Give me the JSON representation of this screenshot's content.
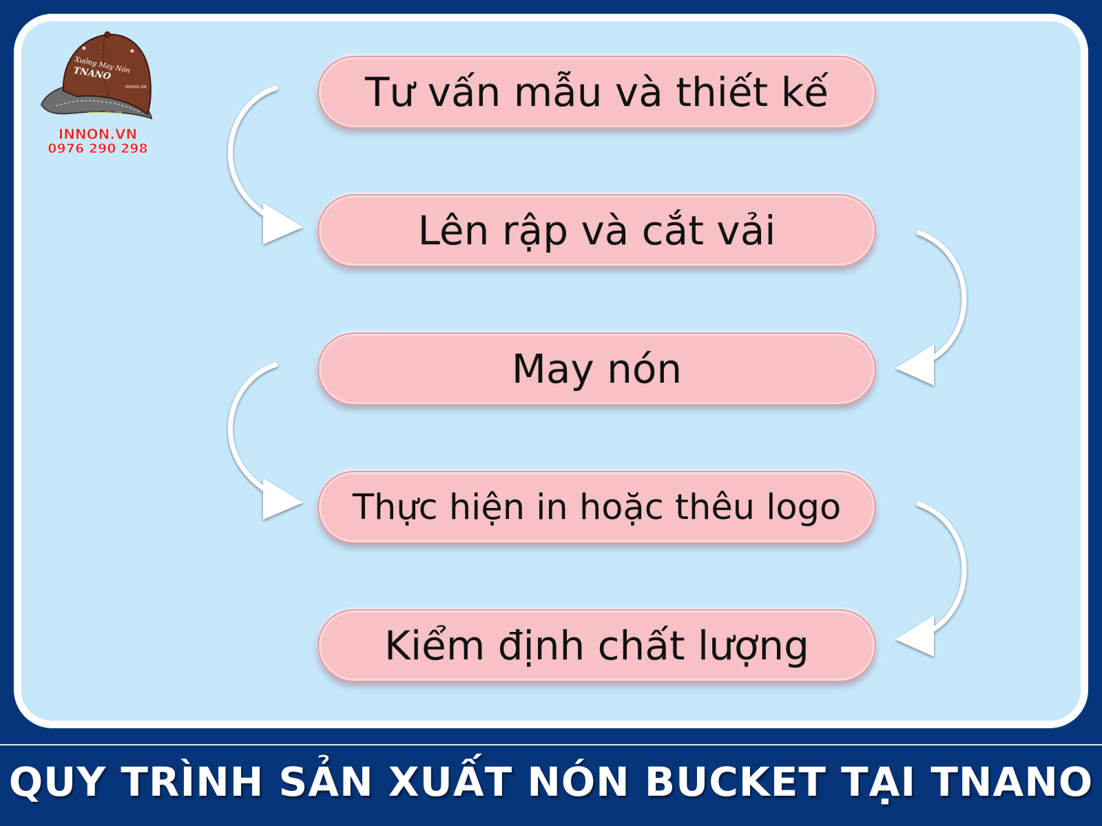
{
  "brand": {
    "cap_line1": "Xưởng May Nón",
    "cap_line2": "TNANO",
    "cap_side": "innon.vn",
    "cap_brim": "NHANH - BỀN - ĐẸP",
    "site": "INNON.VN",
    "phone": "0976 290 298"
  },
  "steps": [
    {
      "label": "Tư vấn mẫu và thiết kế"
    },
    {
      "label": "Lên rập và cắt vải"
    },
    {
      "label": "May nón"
    },
    {
      "label": "Thực hiện in hoặc thêu logo"
    },
    {
      "label": "Kiểm định chất lượng"
    }
  ],
  "footer": {
    "title": "QUY TRÌNH SẢN XUẤT NÓN BUCKET TẠI TNANO"
  },
  "colors": {
    "background": "#06357a",
    "panel": "#c7e8fb",
    "step_fill": "#f7c1c6",
    "brand_red": "#e8262c"
  }
}
